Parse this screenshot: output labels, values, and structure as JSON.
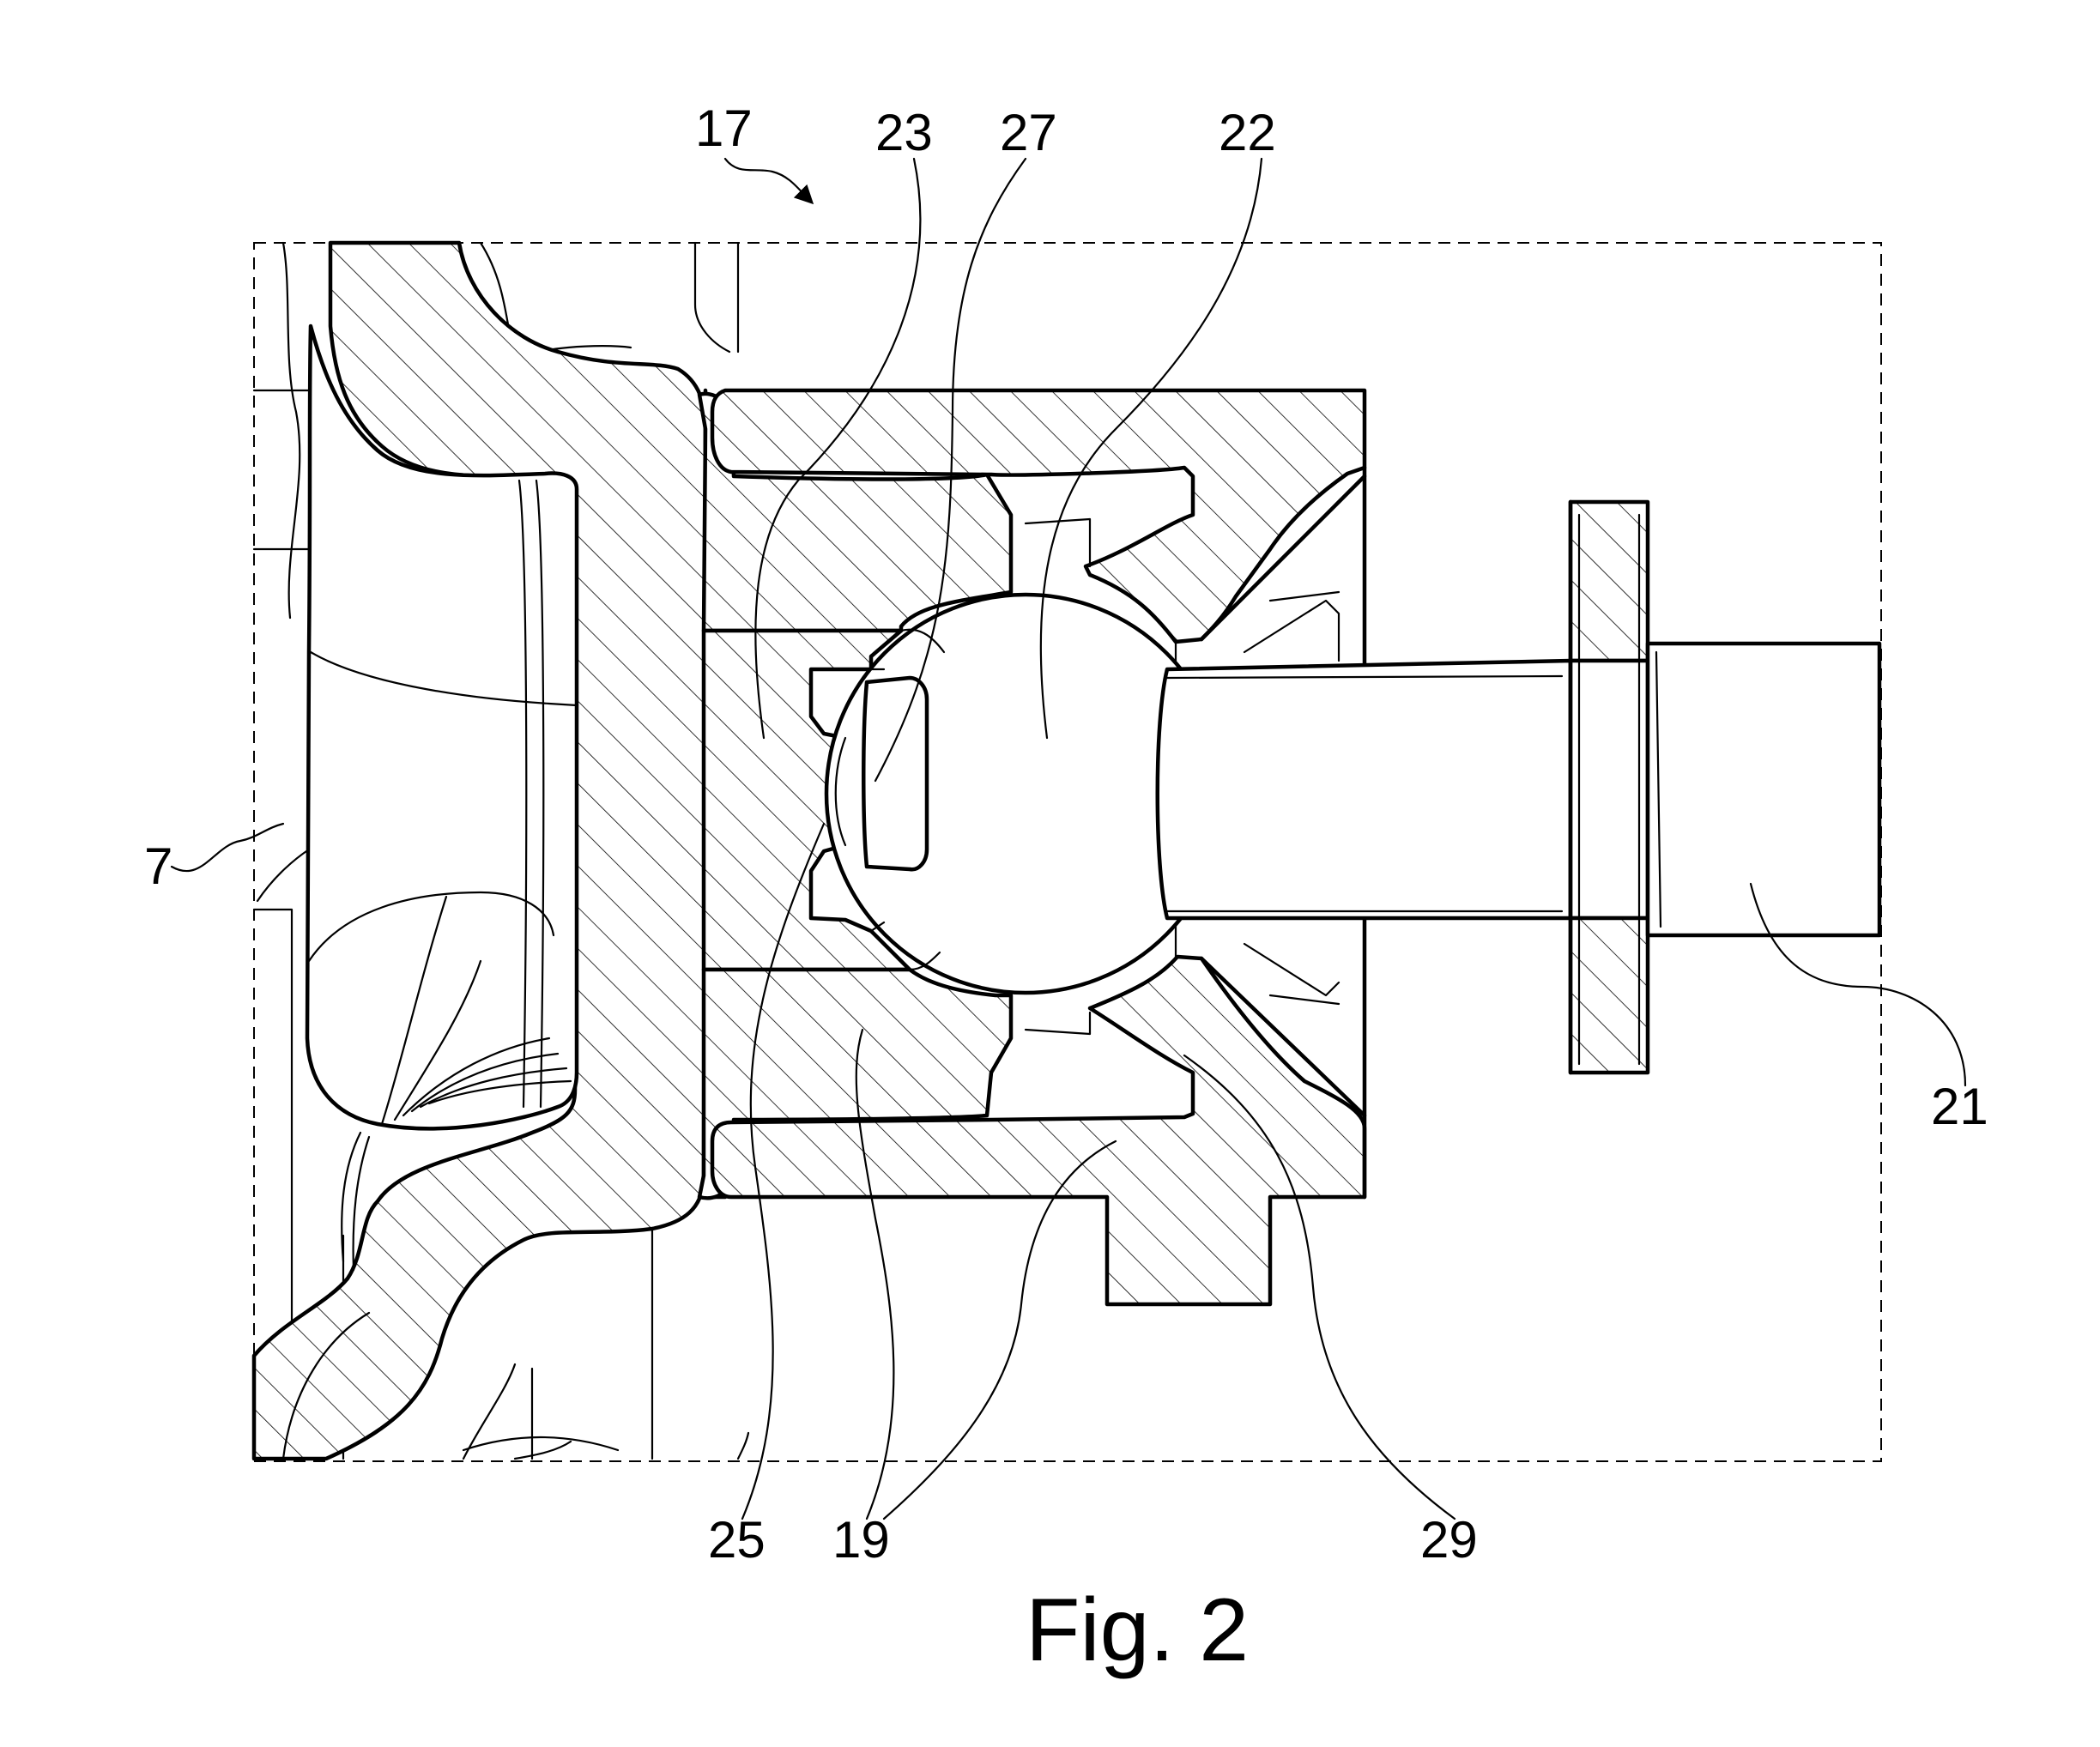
{
  "figure": {
    "caption": "Fig. 2",
    "reference_numerals": [
      "17",
      "23",
      "27",
      "22",
      "7",
      "21",
      "25",
      "19",
      "29"
    ]
  }
}
